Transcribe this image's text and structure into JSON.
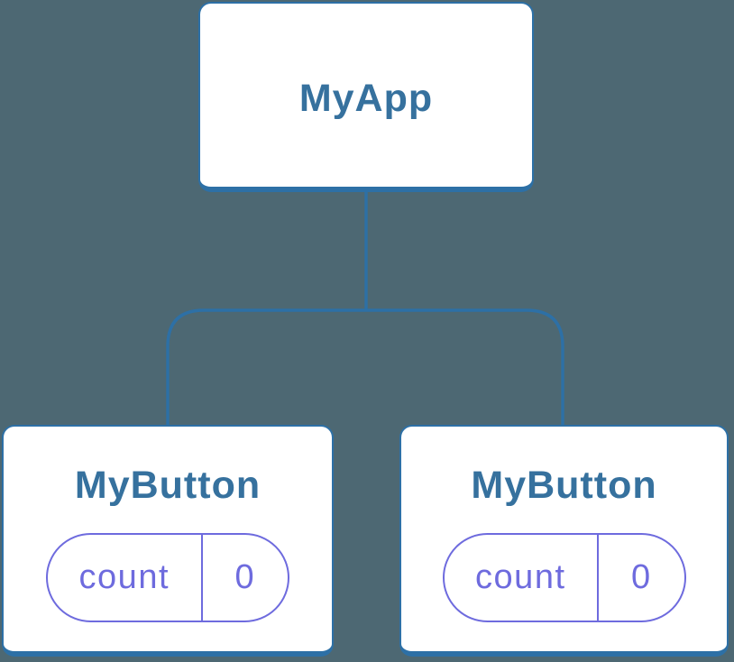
{
  "theme": {
    "background": "#4d6873",
    "box_fill": "#ffffff",
    "line_blue": "#2d70a6",
    "heading_blue": "#36719e",
    "state_purple": "#6e6bde"
  },
  "diagram": {
    "type": "component-tree",
    "root": {
      "label": "MyApp"
    },
    "children": [
      {
        "label": "MyButton",
        "state": {
          "key": "count",
          "value": "0"
        }
      },
      {
        "label": "MyButton",
        "state": {
          "key": "count",
          "value": "0"
        }
      }
    ]
  }
}
